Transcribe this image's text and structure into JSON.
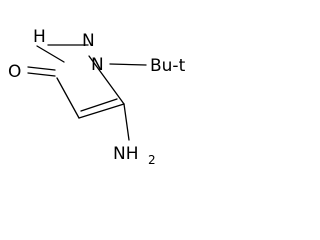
{
  "molecule": {
    "atoms": {
      "oxygen": "O",
      "ring_nh_h": "H",
      "ring_nh_n": "N",
      "ring_n1": "N",
      "tbu": "Bu-t",
      "amino": "NH",
      "amino_sub": "2"
    }
  }
}
